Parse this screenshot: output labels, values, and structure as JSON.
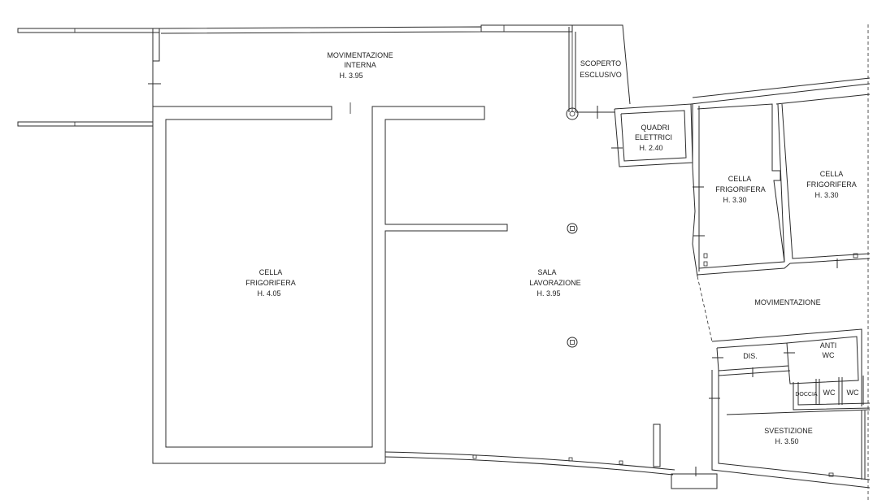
{
  "rooms": {
    "movimentazione_interna": {
      "line1": "MOVIMENTAZIONE",
      "line2": "INTERNA",
      "line3": "H. 3.95"
    },
    "scoperto_esclusivo": {
      "line1": "SCOPERTO",
      "line2": "ESCLUSIVO"
    },
    "quadri_elettrici": {
      "line1": "QUADRI",
      "line2": "ELETTRICI",
      "line3": "H. 2.40"
    },
    "cella_frigorifera_1": {
      "line1": "CELLA",
      "line2": "FRIGORIFERA",
      "line3": "H. 4.05"
    },
    "sala_lavorazione": {
      "line1": "SALA",
      "line2": "LAVORAZIONE",
      "line3": "H. 3.95"
    },
    "cella_frigorifera_2": {
      "line1": "CELLA",
      "line2": "FRIGORIFERA",
      "line3": "H. 3.30"
    },
    "cella_frigorifera_3": {
      "line1": "CELLA",
      "line2": "FRIGORIFERA",
      "line3": "H. 3.30"
    },
    "movimentazione": {
      "line1": "MOVIMENTAZIONE"
    },
    "dis": {
      "line1": "DIS."
    },
    "anti_wc": {
      "line1": "ANTI",
      "line2": "WC"
    },
    "doccia": {
      "line1": "DOCCIA"
    },
    "wc_1": {
      "line1": "WC"
    },
    "wc_2": {
      "line1": "WC"
    },
    "svestizione": {
      "line1": "SVESTIZIONE",
      "line2": "H. 3.50"
    }
  }
}
